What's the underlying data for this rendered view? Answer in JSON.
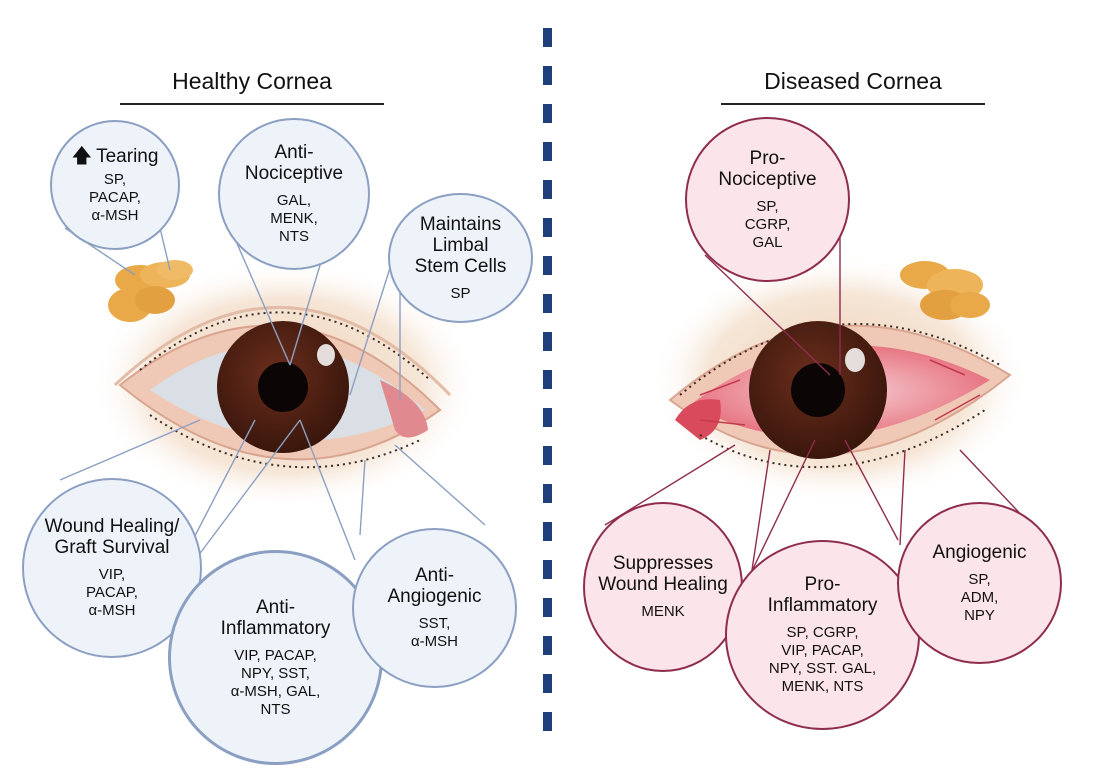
{
  "healthy": {
    "title": "Healthy Cornea",
    "bubbles": {
      "tearing": {
        "title": "Tearing",
        "items": "SP,\nPACAP,\nα-MSH"
      },
      "antinociceptive": {
        "title": "Anti-\nNociceptive",
        "items": "GAL,\nMENK,\nNTS"
      },
      "limbal": {
        "title": "Maintains\nLimbal\nStem Cells",
        "items": "SP"
      },
      "wound": {
        "title": "Wound Healing/\nGraft Survival",
        "items": "VIP,\nPACAP,\nα-MSH"
      },
      "antiinflammatory": {
        "title": "Anti-\nInflammatory",
        "items": "VIP, PACAP,\nNPY, SST,\nα-MSH, GAL,\nNTS"
      },
      "antiangiogenic": {
        "title": "Anti-\nAngiogenic",
        "items": "SST,\nα-MSH"
      }
    }
  },
  "diseased": {
    "title": "Diseased Cornea",
    "bubbles": {
      "pronociceptive": {
        "title": "Pro-\nNociceptive",
        "items": "SP,\nCGRP,\nGAL"
      },
      "suppresses": {
        "title": "Suppresses\nWound Healing",
        "items": "MENK"
      },
      "proinflammatory": {
        "title": "Pro-\nInflammatory",
        "items": "SP, CGRP,\nVIP, PACAP,\nNPY, SST. GAL,\nMENK, NTS"
      },
      "angiogenic": {
        "title": "Angiogenic",
        "items": "SP,\nADM,\nNPY"
      }
    }
  },
  "colors": {
    "healthy_fill": "#eef3f9",
    "healthy_stroke": "#8b9fc2",
    "diseased_fill": "#fbe4ea",
    "diseased_stroke": "#8e2d4d",
    "divider": "#1f3f7a",
    "iris": "#4a1e12",
    "gland": "#e9a948"
  }
}
